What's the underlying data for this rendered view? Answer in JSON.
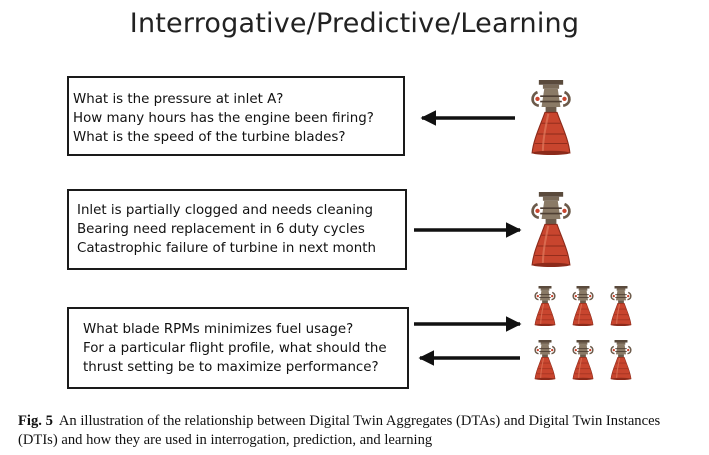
{
  "title": "Interrogative/Predictive/Learning",
  "boxes": {
    "interrogative": {
      "lines": [
        "What is the pressure at inlet A?",
        "How many hours has the engine been firing?",
        "What is the speed of the turbine blades?"
      ]
    },
    "predictive": {
      "lines": [
        "Inlet is partially clogged and needs cleaning",
        "Bearing need replacement in 6 duty cycles",
        "Catastrophic failure of turbine in next month"
      ]
    },
    "learning": {
      "lines": [
        "What blade RPMs minimizes fuel usage?",
        "For a particular flight profile, what should the",
        "thrust setting be to maximize performance?"
      ]
    }
  },
  "icons": {
    "engine": "rocket-engine-icon"
  },
  "colors": {
    "nozzle": "#c8452e",
    "nozzle_dark": "#8c2a1a",
    "pipework": "#6b5a4a",
    "arrow": "#111111"
  },
  "caption": {
    "label": "Fig. 5",
    "text": "An illustration of the relationship between Digital Twin Aggregates (DTAs) and Digital Twin Instances (DTIs) and how they are used in interrogation, prediction, and learning"
  }
}
